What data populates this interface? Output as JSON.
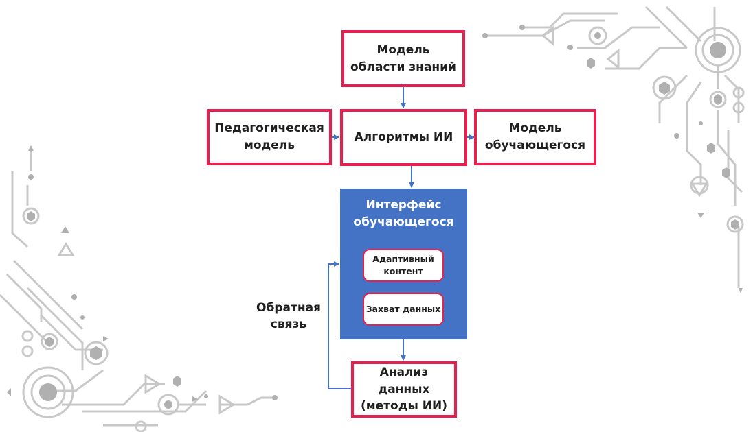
{
  "diagram": {
    "domain_model": "Модель области знаний",
    "pedagogical_model": "Педагогическая модель",
    "ai_algorithms": "Алгоритмы ИИ",
    "learner_model": "Модель обучающегося",
    "learner_interface": {
      "title": "Интерфейс обучающегося",
      "items": [
        "Адаптивный контент",
        "Захват данных"
      ]
    },
    "data_analysis": "Анализ данных (методы ИИ)",
    "feedback_label": "Обратная связь"
  },
  "colors": {
    "box_border": "#e8204f",
    "interface_fill": "#4472c4",
    "arrow": "#4472c4",
    "decor": "#c8c8c8"
  }
}
